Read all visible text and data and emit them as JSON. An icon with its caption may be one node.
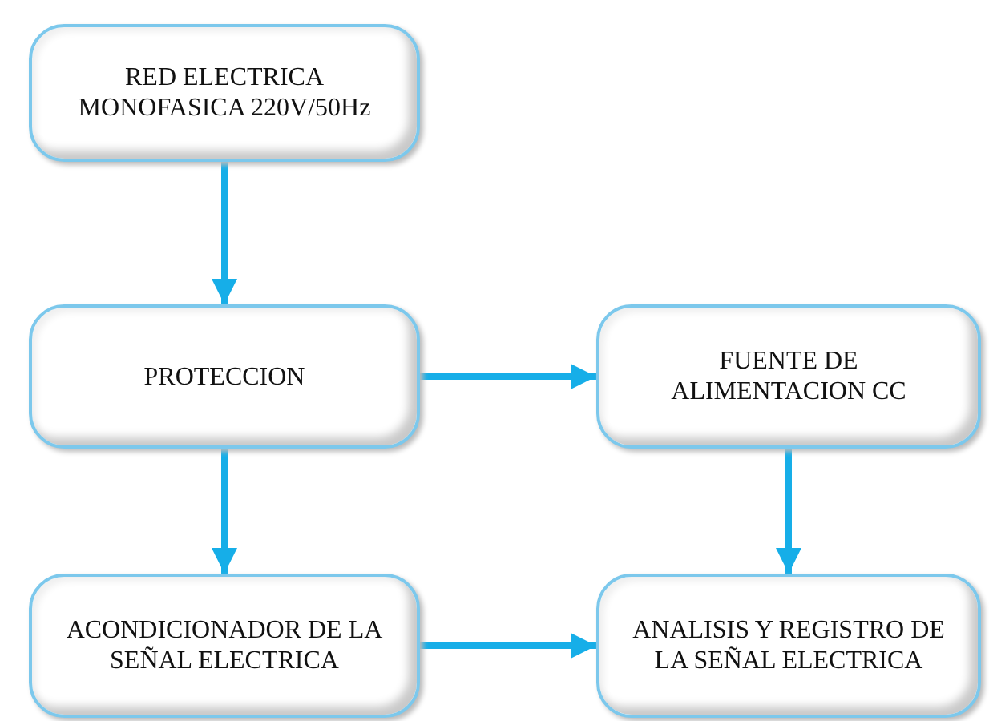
{
  "diagram": {
    "nodes": [
      {
        "text": [
          "RED ELECTRICA MONOFASICA 220V/50Hz"
        ]
      },
      {
        "text": [
          "PROTECCION"
        ]
      },
      {
        "text": [
          "FUENTE DE ALIMENTACION CC"
        ]
      },
      {
        "text": [
          "ACONDICIONADOR DE LA SEÑAL ELECTRICA"
        ]
      },
      {
        "text": [
          "ANALISIS Y REGISTRO DE LA SEÑAL ELECTRICA"
        ]
      }
    ],
    "edges": [
      {
        "from": 0,
        "to": 1,
        "arrow": "to"
      },
      {
        "from": 1,
        "to": 2,
        "arrow": "to"
      },
      {
        "from": 1,
        "to": 3,
        "arrow": "to"
      },
      {
        "from": 2,
        "to": 4,
        "arrow": "to"
      },
      {
        "from": 3,
        "to": 4,
        "arrow": "to"
      }
    ]
  }
}
